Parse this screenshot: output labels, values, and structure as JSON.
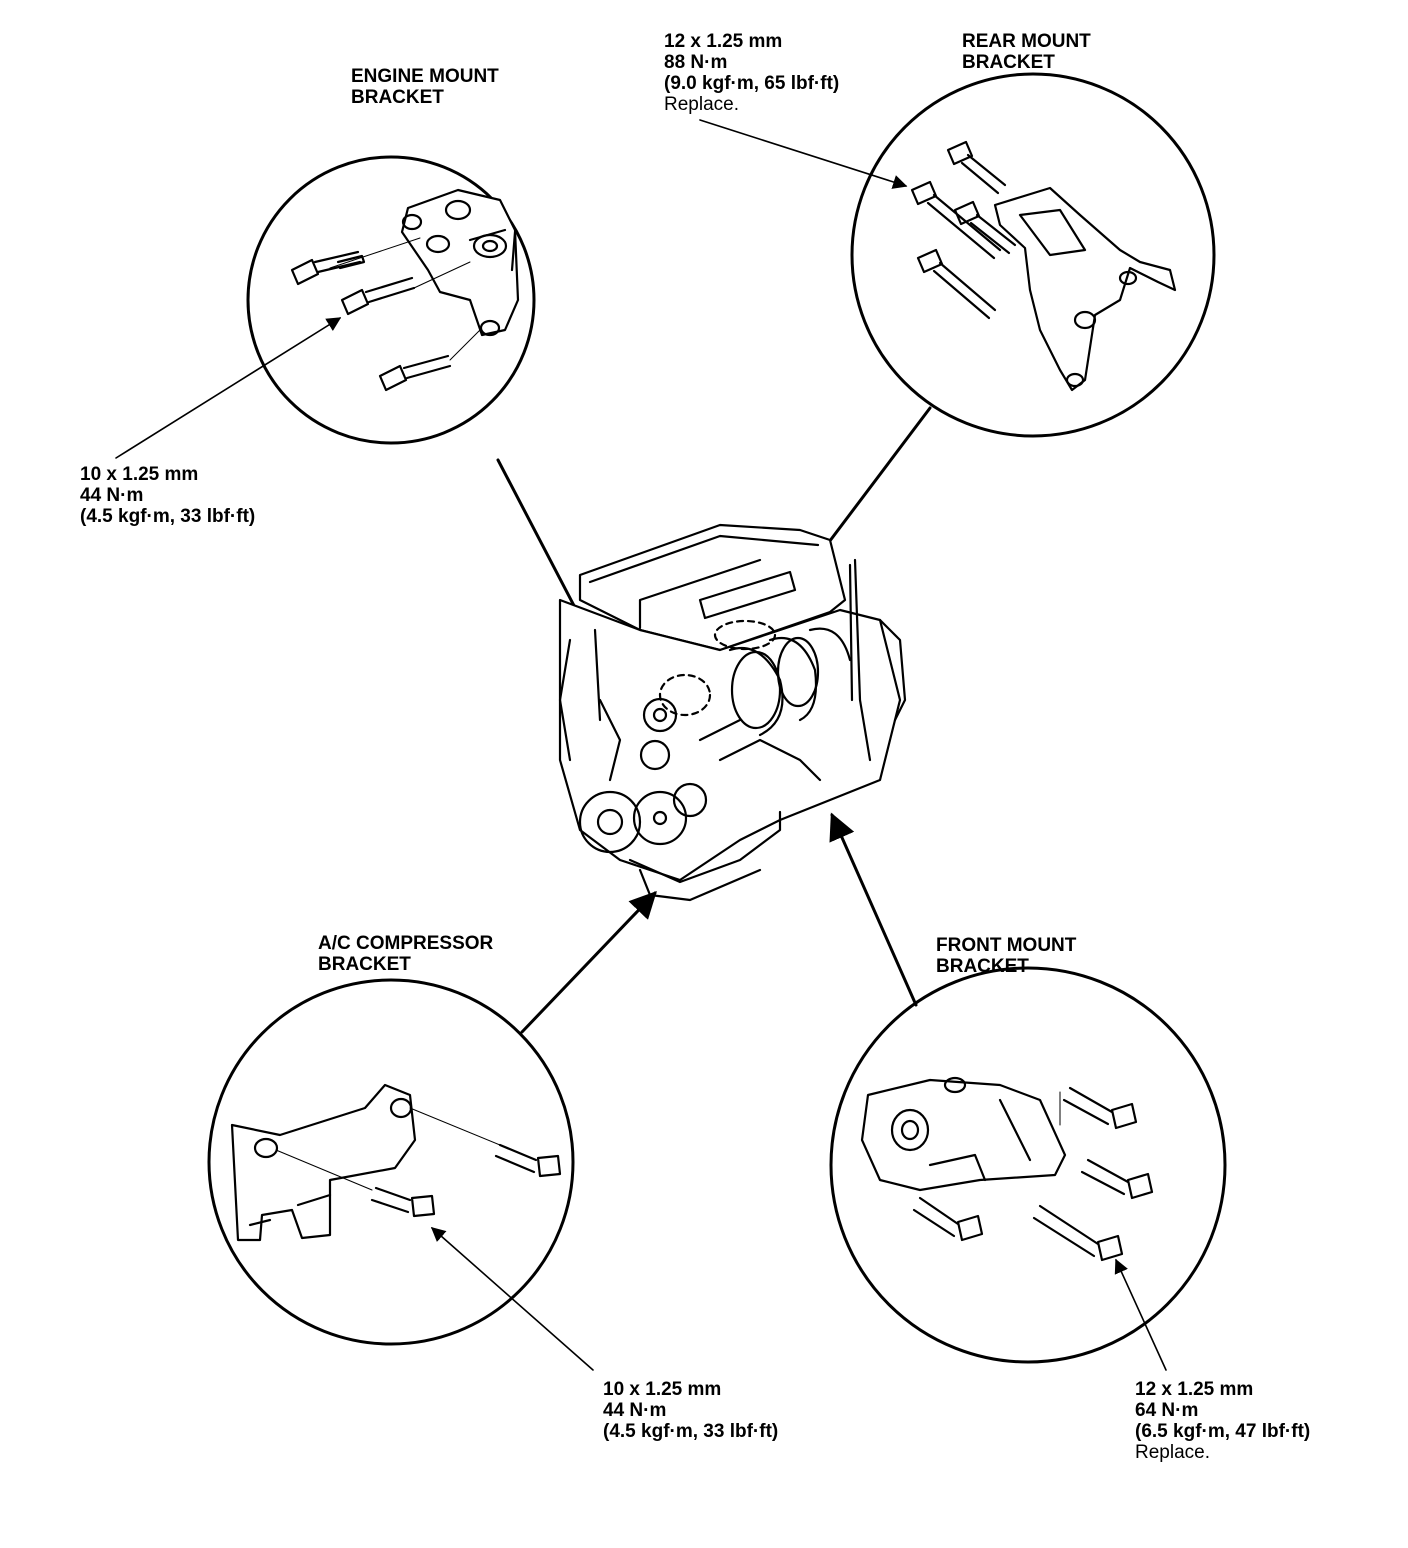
{
  "engine_mount": {
    "title_line1": "ENGINE MOUNT",
    "title_line2": "BRACKET",
    "spec_size": "10 x 1.25 mm",
    "spec_torque": "44 N·m",
    "spec_alt": "(4.5 kgf·m, 33 lbf·ft)"
  },
  "rear_mount": {
    "title_line1": "REAR MOUNT",
    "title_line2": "BRACKET",
    "spec_size": "12 x 1.25 mm",
    "spec_torque": "88 N·m",
    "spec_alt": "(9.0 kgf·m, 65 lbf·ft)",
    "note": "Replace."
  },
  "ac_compressor": {
    "title_line1": "A/C COMPRESSOR",
    "title_line2": "BRACKET",
    "spec_size": "10 x 1.25 mm",
    "spec_torque": "44 N·m",
    "spec_alt": "(4.5 kgf·m, 33 lbf·ft)"
  },
  "front_mount": {
    "title_line1": "FRONT MOUNT",
    "title_line2": "BRACKET",
    "spec_size": "12 x 1.25 mm",
    "spec_torque": "64 N·m",
    "spec_alt": "(6.5 kgf·m, 47 lbf·ft)",
    "note": "Replace."
  }
}
